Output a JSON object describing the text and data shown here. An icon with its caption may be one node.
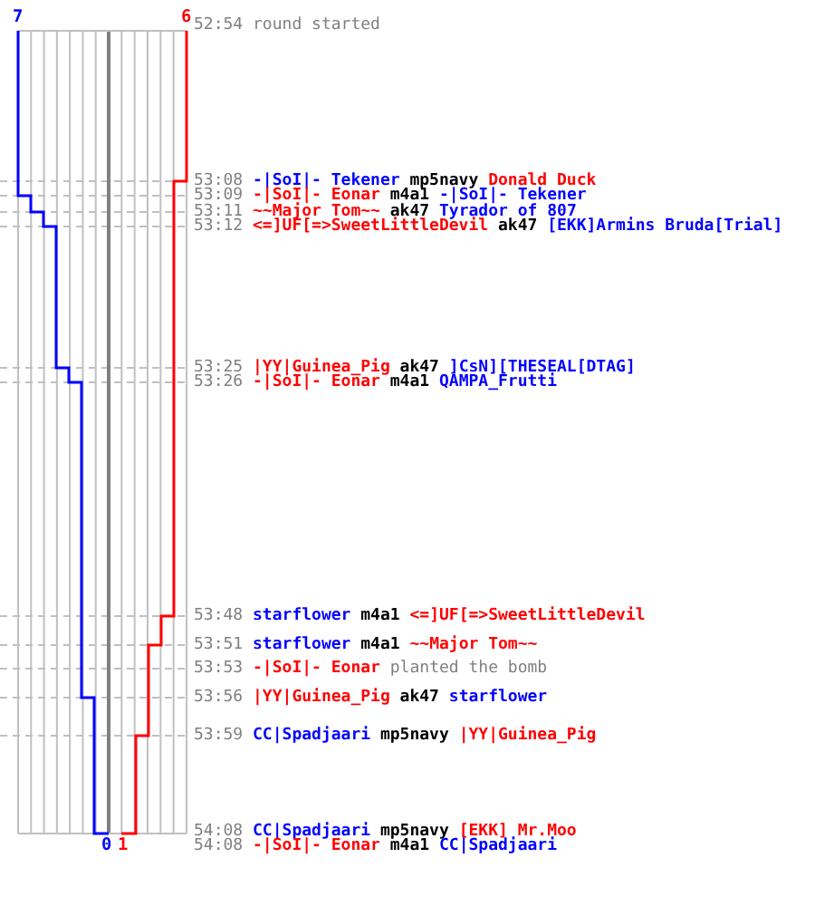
{
  "diagram": {
    "labels": [
      "7",
      "6",
      "52:54",
      "round started",
      "53:08",
      "-|SoI|- Tekener",
      "mp5navy",
      "Donald Duck",
      "53:09",
      "-|SoI|- Eonar",
      "m4a1",
      "-|SoI|- Tekener",
      "53:11",
      "~~Major Tom~~",
      "ak47",
      "Tyrador of 807",
      "53:12",
      "<=]UF[=>SweetLittleDevil",
      "ak47",
      "[EKK]Armins Bruda[Trial]",
      "53:25",
      "|YY|Guinea_Pig",
      "ak47",
      "]CsN][THESEAL[DTAG]",
      "53:26",
      "-|SoI|- Eonar",
      "m4a1",
      "QAMPA_Frutti",
      "53:48",
      "starflower",
      "m4a1",
      "<=]UF[=>SweetLittleDevil",
      "53:51",
      "starflower",
      "m4a1",
      "~~Major Tom~~",
      "53:53",
      "-|SoI|- Eonar",
      "planted the bomb",
      "53:56",
      "|YY|Guinea_Pig",
      "ak47",
      "starflower",
      "53:59",
      "CC|Spadjaari",
      "mp5navy",
      "|YY|Guinea_Pig",
      "54:08",
      "CC|Spadjaari",
      "mp5navy",
      "[EKK] Mr.Moo",
      "0",
      "1",
      "54:08",
      "-|SoI|- Eonar",
      "m4a1",
      "CC|Spadjaari"
    ]
  }
}
